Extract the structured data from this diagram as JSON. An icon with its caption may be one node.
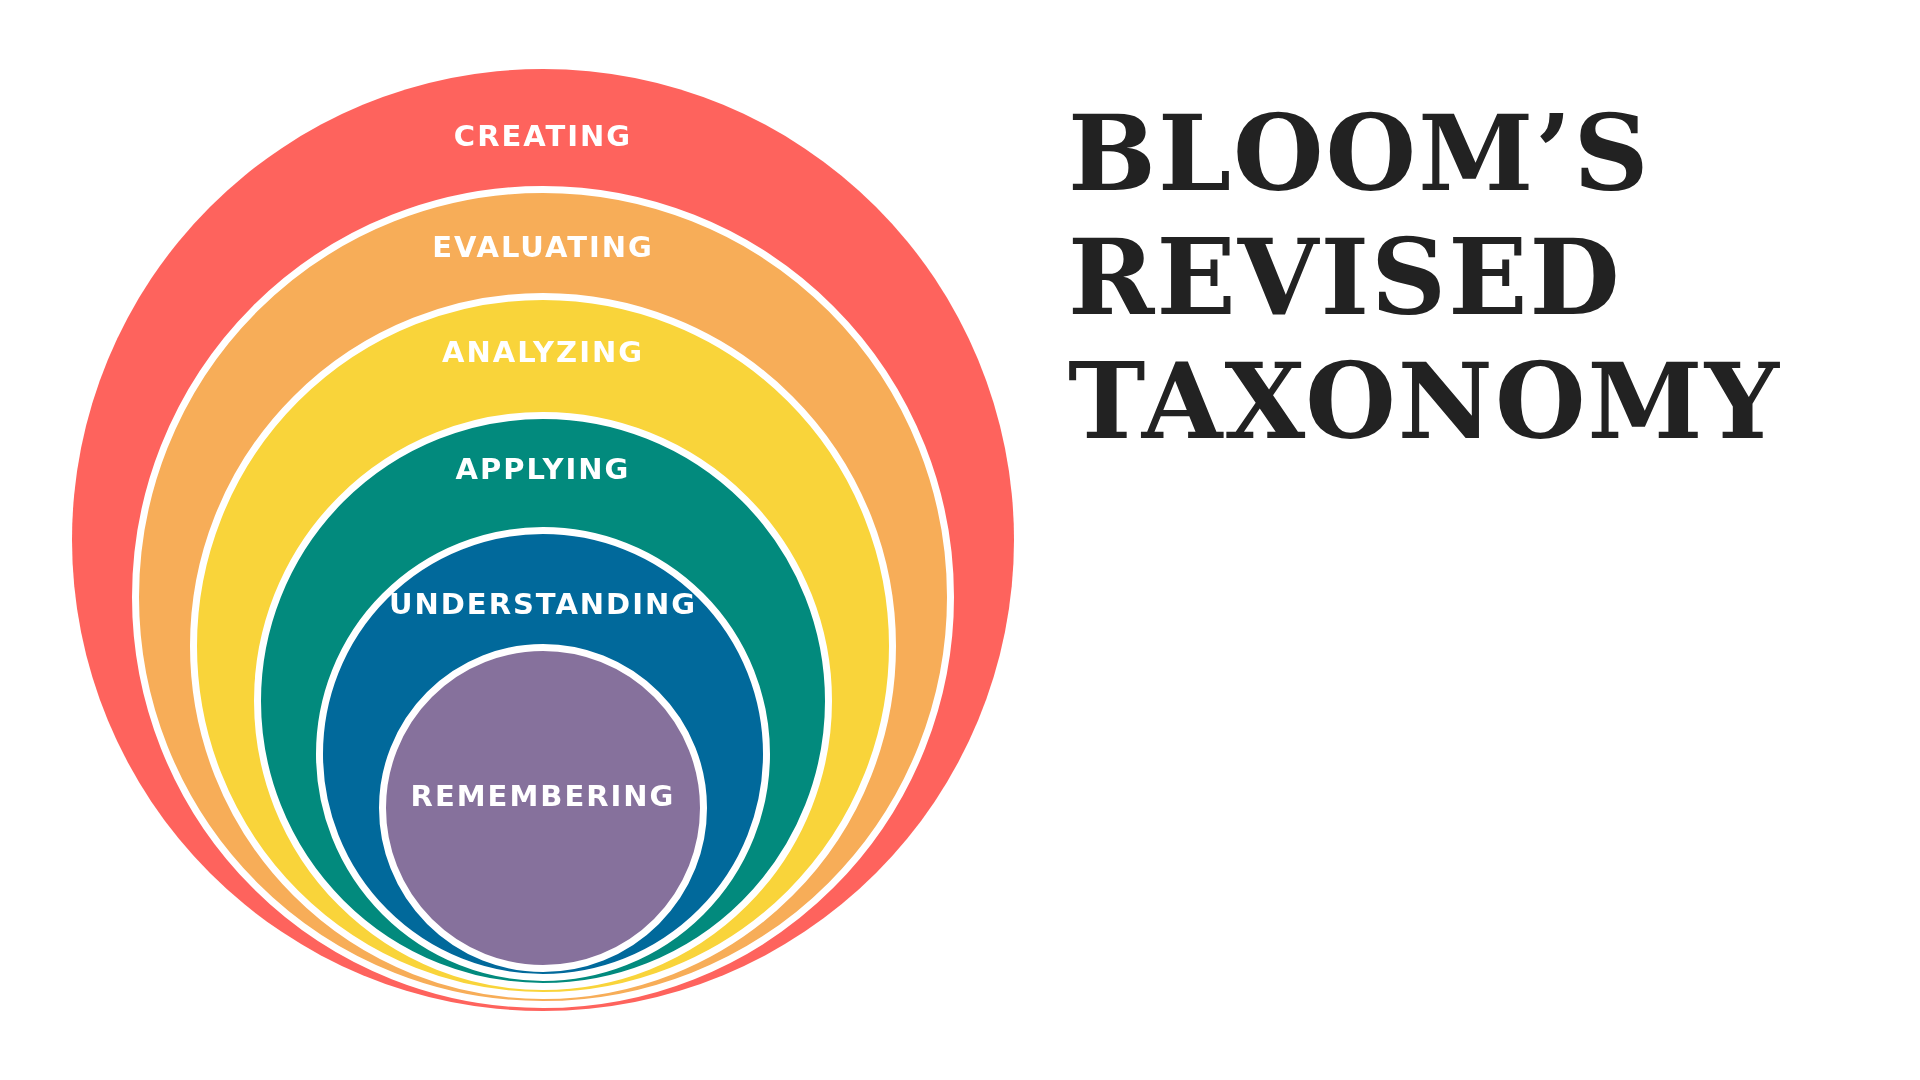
{
  "diagram": {
    "title": "BLOOM’S REVISED TAXONOMY",
    "nodes": [
      {
        "text": [
          "CREATING"
        ]
      },
      {
        "text": [
          "EVALUATING"
        ],
        "in": 0
      },
      {
        "text": [
          "ANALYZING"
        ],
        "in": 1
      },
      {
        "text": [
          "APPLYING"
        ],
        "in": 2
      },
      {
        "text": [
          "UNDERSTANDING"
        ],
        "in": 3
      },
      {
        "text": [
          "REMEMBERING"
        ],
        "in": 4
      }
    ]
  }
}
